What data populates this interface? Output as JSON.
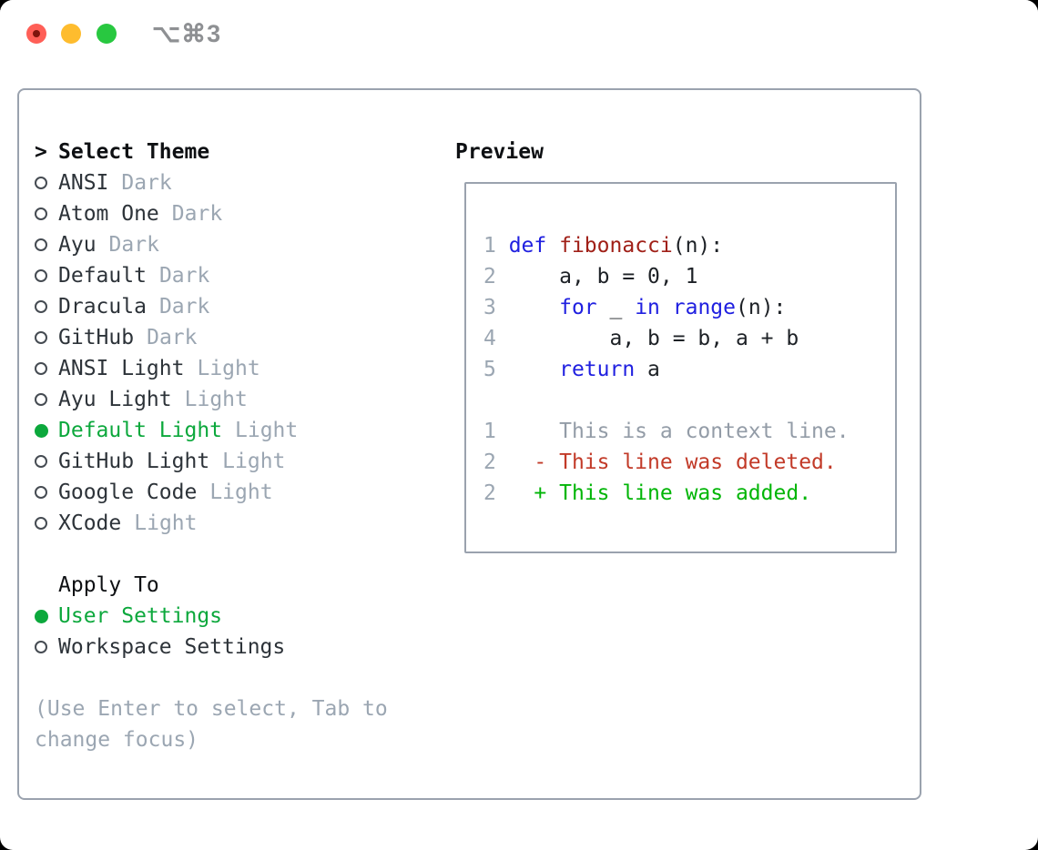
{
  "window": {
    "title": "⌥⌘3",
    "traffic_lights": [
      {
        "name": "close",
        "color": "#ff5f57",
        "has_dot": true
      },
      {
        "name": "minimize",
        "color": "#febc2e",
        "has_dot": false
      },
      {
        "name": "zoom",
        "color": "#28c840",
        "has_dot": false
      }
    ]
  },
  "theme_picker": {
    "header": {
      "cursor": ">",
      "label": "Select Theme"
    },
    "items": [
      {
        "name": "ANSI",
        "variant": "Dark",
        "selected": false
      },
      {
        "name": "Atom One",
        "variant": "Dark",
        "selected": false
      },
      {
        "name": "Ayu",
        "variant": "Dark",
        "selected": false
      },
      {
        "name": "Default",
        "variant": "Dark",
        "selected": false
      },
      {
        "name": "Dracula",
        "variant": "Dark",
        "selected": false
      },
      {
        "name": "GitHub",
        "variant": "Dark",
        "selected": false
      },
      {
        "name": "ANSI Light",
        "variant": "Light",
        "selected": false
      },
      {
        "name": "Ayu Light",
        "variant": "Light",
        "selected": false
      },
      {
        "name": "Default Light",
        "variant": "Light",
        "selected": true
      },
      {
        "name": "GitHub Light",
        "variant": "Light",
        "selected": false
      },
      {
        "name": "Google Code",
        "variant": "Light",
        "selected": false
      },
      {
        "name": "XCode",
        "variant": "Light",
        "selected": false
      }
    ],
    "apply_to": {
      "label": "Apply To",
      "options": [
        {
          "name": "User Settings",
          "selected": true
        },
        {
          "name": "Workspace Settings",
          "selected": false
        }
      ]
    },
    "help": "(Use Enter to select, Tab to change focus)"
  },
  "preview": {
    "label": "Preview",
    "code_lines": [
      {
        "num": "1",
        "segments": [
          {
            "t": "def",
            "c": "keyword"
          },
          {
            "t": " ",
            "c": "plain"
          },
          {
            "t": "fibonacci",
            "c": "func"
          },
          {
            "t": "(n):",
            "c": "plain"
          }
        ]
      },
      {
        "num": "2",
        "segments": [
          {
            "t": "    a, b = 0, 1",
            "c": "plain"
          }
        ]
      },
      {
        "num": "3",
        "segments": [
          {
            "t": "    ",
            "c": "plain"
          },
          {
            "t": "for",
            "c": "keyword"
          },
          {
            "t": " _ ",
            "c": "plain"
          },
          {
            "t": "in",
            "c": "keyword"
          },
          {
            "t": " ",
            "c": "plain"
          },
          {
            "t": "range",
            "c": "keyword"
          },
          {
            "t": "(n):",
            "c": "plain"
          }
        ]
      },
      {
        "num": "4",
        "segments": [
          {
            "t": "        a, b = b, a + b",
            "c": "plain"
          }
        ]
      },
      {
        "num": "5",
        "segments": [
          {
            "t": "    ",
            "c": "plain"
          },
          {
            "t": "return",
            "c": "keyword"
          },
          {
            "t": " a",
            "c": "plain"
          }
        ]
      },
      {
        "num": "",
        "segments": []
      },
      {
        "num": "1",
        "segments": [
          {
            "t": "    This is a context line.",
            "c": "context"
          }
        ]
      },
      {
        "num": "2",
        "segments": [
          {
            "t": "  - This line was deleted.",
            "c": "deleted"
          }
        ]
      },
      {
        "num": "2",
        "segments": [
          {
            "t": "  + This line was added.",
            "c": "added"
          }
        ]
      }
    ]
  },
  "colors": {
    "selection_green": "#0ca83c",
    "added_green": "#00b506",
    "deleted_red": "#c23a28",
    "keyword_blue": "#2020e0",
    "function_red": "#a02018",
    "muted_gray": "#9ba6b2",
    "border_gray": "#9aa2ae",
    "traffic_red": "#ff5f57",
    "traffic_yellow": "#febc2e",
    "traffic_green": "#28c840"
  }
}
